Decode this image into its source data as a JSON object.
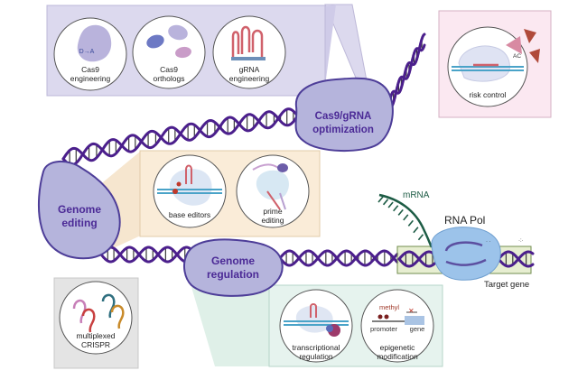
{
  "hubs": {
    "cas9_gRNA": [
      "Cas9/gRNA",
      "optimization"
    ],
    "genome_editing": [
      "Genome",
      "editing"
    ],
    "genome_regulation": [
      "Genome",
      "regulation"
    ]
  },
  "cas9_panel": {
    "cas9_engineering": [
      "Cas9",
      "engineering"
    ],
    "cas9_orthologs": [
      "Cas9",
      "orthologs"
    ],
    "grna_engineering": [
      "gRNA",
      "engineering"
    ],
    "mutation_label": "D→A"
  },
  "risk_panel": {
    "label": "risk control",
    "ac_label": "AC"
  },
  "editing_panel": {
    "base_editors": "base editors",
    "prime_editing": [
      "prime",
      "editing"
    ]
  },
  "regulation_panel": {
    "transcriptional": [
      "transcriptional",
      "regulation"
    ],
    "epigenetic": [
      "epigenetic",
      "modification"
    ],
    "methyl": "methyl",
    "promoter": "promoter",
    "gene": "gene"
  },
  "multiplex_panel": {
    "label": [
      "multiplexed",
      "CRISPR"
    ]
  },
  "transcription": {
    "mrna": "mRNA",
    "rna_pol": "RNA Pol",
    "target_gene": "Target gene"
  },
  "colors": {
    "dna_strand": "#4b1f8c",
    "dna_rungs": "#3a3a3a",
    "hub_fill": "#b5b4dc",
    "hub_stroke": "#4d3d98",
    "hub_text": "#4b2a96",
    "panel_purple": "#dcd9ee",
    "panel_orange": "#faecd8",
    "panel_pink": "#fbe8f1",
    "panel_green": "#e6f3ee",
    "panel_grey": "#e4e4e4",
    "mrna": "#1d5c45",
    "pol": "#9cc3ea",
    "target_box": "#e3ecc9"
  }
}
